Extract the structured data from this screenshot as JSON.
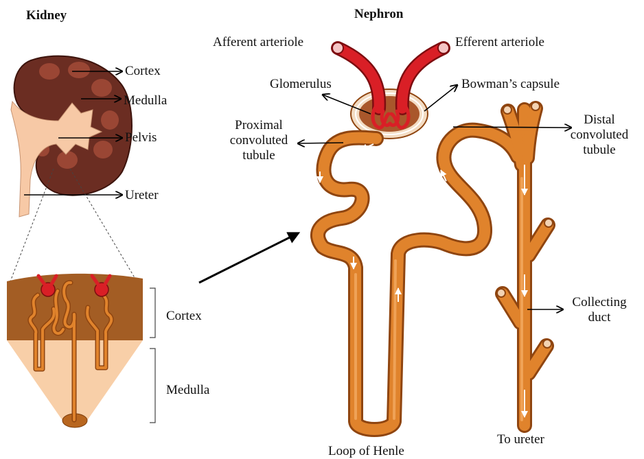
{
  "kidney": {
    "title": "Kidney",
    "labels": {
      "cortex": "Cortex",
      "medulla": "Medulla",
      "pelvis": "Pelvis",
      "ureter": "Ureter"
    },
    "section": {
      "cortex": "Cortex",
      "medulla": "Medulla"
    }
  },
  "nephron": {
    "title": "Nephron",
    "labels": {
      "afferent": "Afferent arteriole",
      "efferent": "Efferent arteriole",
      "glomerulus": "Glomerulus",
      "bowman": "Bowman’s capsule",
      "pct_1": "Proximal",
      "pct_2": "convoluted",
      "pct_3": "tubule",
      "dct_1": "Distal",
      "dct_2": "convoluted",
      "dct_3": "tubule",
      "collecting_1": "Collecting",
      "collecting_2": "duct",
      "to_ureter": "To ureter",
      "loop": "Loop of Henle"
    }
  },
  "colors": {
    "kidney_outer": "#6b2d22",
    "kidney_pyramid": "#8a3a2c",
    "kidney_pelvis": "#f7c9a6",
    "section_cortex": "#a35d24",
    "section_medulla": "#f8cfa8",
    "tubule": "#d8731c",
    "tubule_dark": "#8f4510",
    "vessel": "#d91f26",
    "capsule": "#e7b07a"
  }
}
